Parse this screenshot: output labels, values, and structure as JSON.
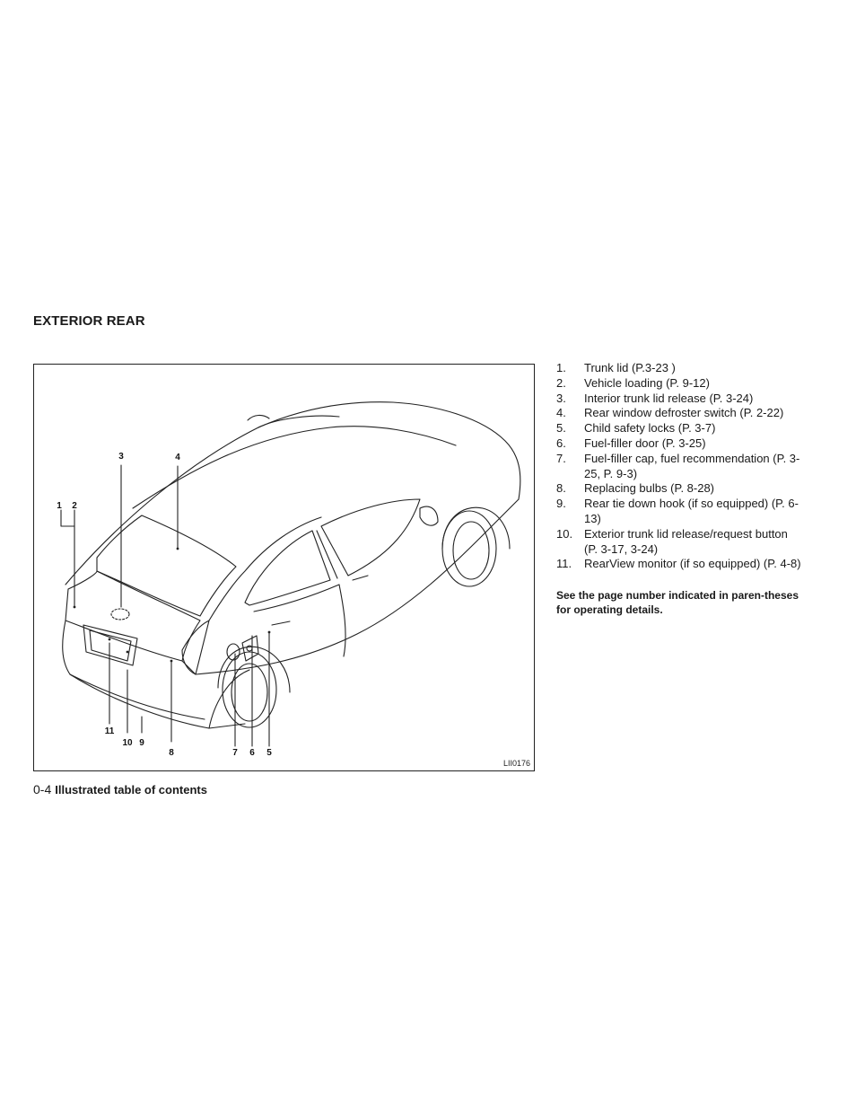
{
  "section_title": "EXTERIOR REAR",
  "figure": {
    "code": "LII0176",
    "callouts": [
      "1",
      "2",
      "3",
      "4",
      "5",
      "6",
      "7",
      "8",
      "9",
      "10",
      "11"
    ]
  },
  "items": [
    {
      "num": "1.",
      "text": "Trunk lid (P.3-23 )"
    },
    {
      "num": "2.",
      "text": "Vehicle loading (P. 9-12)"
    },
    {
      "num": "3.",
      "text": "Interior trunk lid release (P. 3-24)"
    },
    {
      "num": "4.",
      "text": "Rear window defroster switch (P. 2-22)"
    },
    {
      "num": "5.",
      "text": "Child safety locks (P. 3-7)"
    },
    {
      "num": "6.",
      "text": "Fuel-filler door (P. 3-25)"
    },
    {
      "num": "7.",
      "text": "Fuel-filler cap, fuel recommendation (P. 3-25, P. 9-3)"
    },
    {
      "num": "8.",
      "text": "Replacing bulbs (P. 8-28)"
    },
    {
      "num": "9.",
      "text": "Rear tie down hook (if so equipped) (P. 6-13)"
    },
    {
      "num": "10.",
      "text": "Exterior trunk lid release/request button (P. 3-17, 3-24)"
    },
    {
      "num": "11.",
      "text": "RearView monitor (if so equipped) (P. 4-8)"
    }
  ],
  "note": "See the page number indicated in paren-theses for operating details.",
  "footer": {
    "page": "0-4",
    "title": "Illustrated table of contents"
  }
}
